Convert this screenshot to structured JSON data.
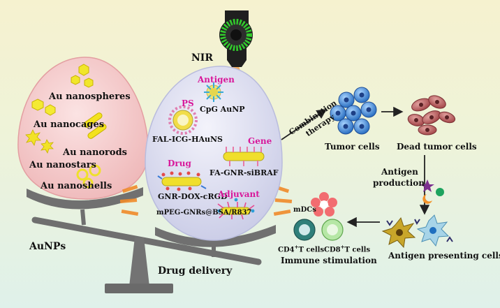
{
  "balance": {
    "left_label": "AuNPs",
    "right_label": "Drug delivery"
  },
  "left_egg": {
    "items": [
      "Au  nanospheres",
      "Au nanocages",
      "Au nanorods",
      "Au nanostars",
      "Au nanoshells"
    ]
  },
  "light": {
    "label": "NIR"
  },
  "right_egg": {
    "antigen": {
      "category": "Antigen",
      "name": "CpG AuNP"
    },
    "ps": {
      "category": "PS",
      "name": "FAL-ICG-HAuNS"
    },
    "gene": {
      "category": "Gene",
      "name": "FA-GNR-siBRAF"
    },
    "drug": {
      "category": "Drug",
      "name": "GNR-DOX-cRGD"
    },
    "adjuvant": {
      "category": "Adjuvant",
      "name": "mPEG-GNRs@BSA/R837"
    }
  },
  "pathway": {
    "combination_line1": "Combination",
    "combination_line2": "therapy",
    "tumor_cells": "Tumor cells",
    "dead_tumor_cells": "Dead tumor cells",
    "antigen_line1": "Antigen",
    "antigen_line2": "production",
    "apc": "Antigen presenting cells",
    "mdcs": "mDCs",
    "cd4": "CD4",
    "cd8": "CD8",
    "t_sup": "+",
    "t_cells": "T cells",
    "immune": "Immune stimulation"
  },
  "colors": {
    "left_egg": "#f3c9c9",
    "right_egg": "#dfe1f4",
    "category_text": "#d8179a",
    "nir_rays": "#f08a2a",
    "tumor_cell": "#3e86d6",
    "dead_cell": "#b85a5a",
    "balance": "#6f6f6f"
  },
  "icons": [
    "nir-lamp-icon",
    "nanosphere-icon",
    "nanocage-icon",
    "nanorod-icon",
    "nanostar-icon",
    "nanoshell-icon",
    "tumor-cell-icon",
    "dead-cell-icon",
    "antigen-icon",
    "dendritic-cell-icon",
    "t-cell-icon"
  ]
}
